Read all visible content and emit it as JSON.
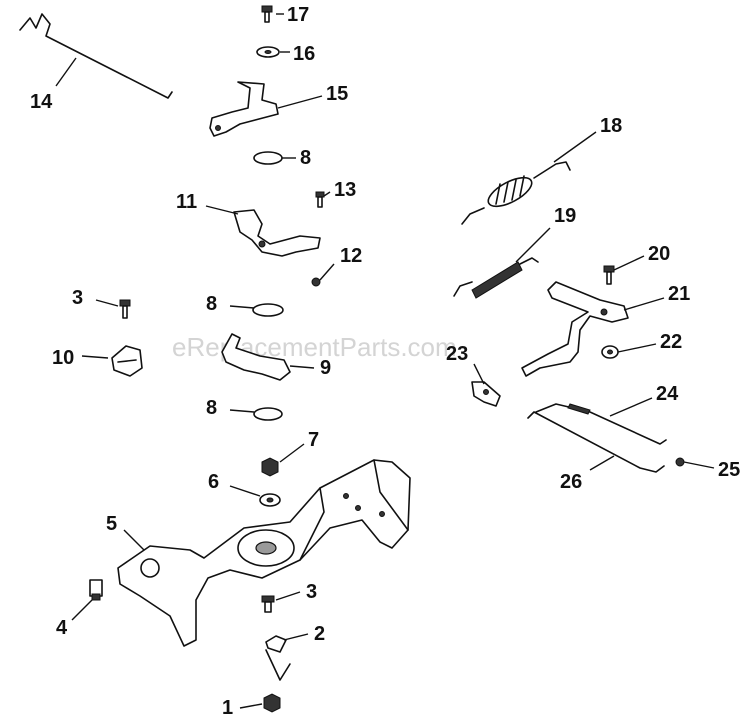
{
  "watermark": "eReplacementParts.com",
  "callouts": {
    "c1": "1",
    "c2": "2",
    "c3a": "3",
    "c3b": "3",
    "c4": "4",
    "c5": "5",
    "c6": "6",
    "c7": "7",
    "c8a": "8",
    "c8b": "8",
    "c8c": "8",
    "c9": "9",
    "c10": "10",
    "c11": "11",
    "c12": "12",
    "c13": "13",
    "c14": "14",
    "c15": "15",
    "c16": "16",
    "c17": "17",
    "c18": "18",
    "c19": "19",
    "c20": "20",
    "c21": "21",
    "c22": "22",
    "c23": "23",
    "c24": "24",
    "c25": "25",
    "c26": "26"
  }
}
